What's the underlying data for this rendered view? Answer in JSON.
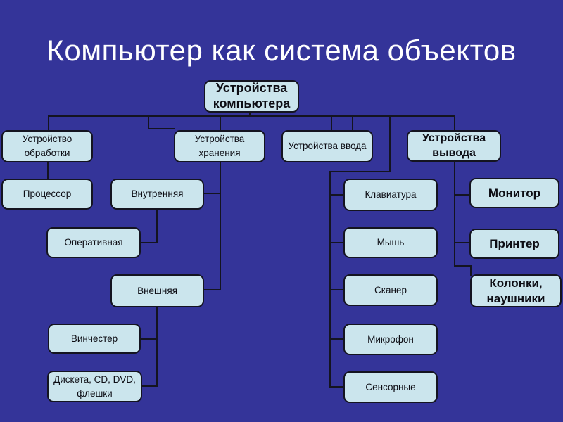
{
  "slide": {
    "title": "Компьютер как система объектов",
    "background_color": "#343499",
    "title_color": "#FFFFFF",
    "node_fill_color": "#CBE5ED",
    "node_border_color": "#141420",
    "connector_color": "#141420",
    "node_text_color": "#0D0D14"
  },
  "nodes": {
    "root": "Устройства компьютера",
    "processing": "Устройство обработки",
    "storage": "Устройства хранения",
    "input": "Устройства ввода",
    "output": "Устройства вывода",
    "processor": "Процессор",
    "internal": "Внутренняя",
    "ram": "Оперативная",
    "external": "Внешняя",
    "hdd": "Винчестер",
    "removable": "Дискета, CD, DVD, флешки",
    "keyboard": "Клавиатура",
    "mouse": "Мышь",
    "scanner": "Сканер",
    "microphone": "Микрофон",
    "touch": "Сенсорные",
    "monitor": "Монитор",
    "printer": "Принтер",
    "speakers": "Колонки, наушники"
  },
  "hierarchy": {
    "Устройства компьютера": [
      "Устройство обработки",
      "Устройства хранения",
      "Устройства ввода",
      "Устройства вывода"
    ],
    "Устройство обработки": [
      "Процессор"
    ],
    "Устройства хранения": [
      "Внутренняя",
      "Внешняя"
    ],
    "Внутренняя": [
      "Оперативная"
    ],
    "Внешняя": [
      "Винчестер",
      "Дискета, CD, DVD, флешки"
    ],
    "Устройства ввода": [
      "Клавиатура",
      "Мышь",
      "Сканер",
      "Микрофон",
      "Сенсорные"
    ],
    "Устройства вывода": [
      "Монитор",
      "Принтер",
      "Колонки, наушники"
    ]
  }
}
